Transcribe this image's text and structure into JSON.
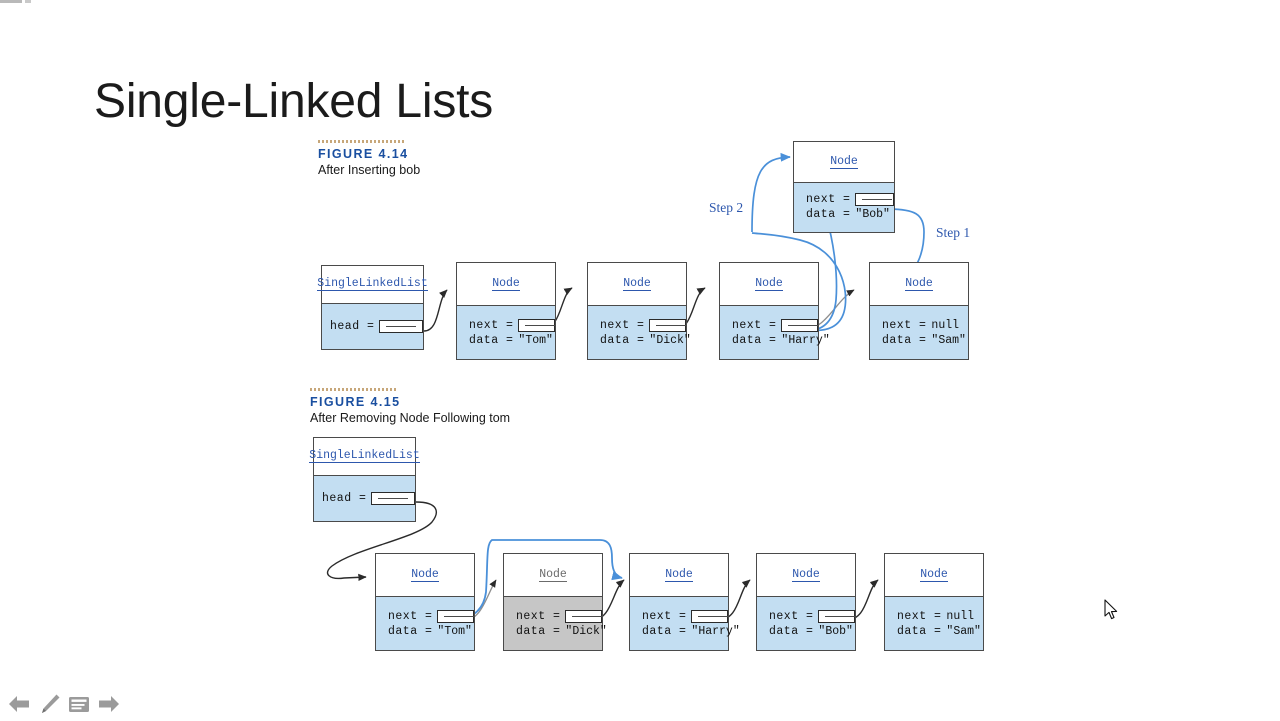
{
  "slide": {
    "title": "Single-Linked Lists"
  },
  "figures": [
    {
      "id": "fig-4-14",
      "label": "FIGURE 4.14",
      "caption": "After Inserting bob",
      "steps": [
        {
          "name": "step-2-label",
          "text": "Step 2"
        },
        {
          "name": "step-1-label",
          "text": "Step 1"
        }
      ],
      "list_head": {
        "class_name": "SingleLinkedList",
        "field_label": "head =",
        "pointer": "pointer-slot"
      },
      "inserted_node": {
        "class_name": "Node",
        "next_label": "next =",
        "next_value": "pointer-slot",
        "data_label": "data =",
        "data_value": "\"Bob\""
      },
      "nodes": [
        {
          "class_name": "Node",
          "next_label": "next =",
          "next_value": "pointer-slot",
          "data_label": "data =",
          "data_value": "\"Tom\"",
          "greyed": false
        },
        {
          "class_name": "Node",
          "next_label": "next =",
          "next_value": "pointer-slot",
          "data_label": "data =",
          "data_value": "\"Dick\"",
          "greyed": false
        },
        {
          "class_name": "Node",
          "next_label": "next =",
          "next_value": "pointer-slot",
          "data_label": "data =",
          "data_value": "\"Harry\"",
          "greyed": false
        },
        {
          "class_name": "Node",
          "next_label": "next =",
          "next_value": "null",
          "data_label": "data =",
          "data_value": "\"Sam\"",
          "greyed": false
        }
      ]
    },
    {
      "id": "fig-4-15",
      "label": "FIGURE 4.15",
      "caption": "After Removing Node Following tom",
      "steps": [],
      "list_head": {
        "class_name": "SingleLinkedList",
        "field_label": "head =",
        "pointer": "pointer-slot"
      },
      "nodes": [
        {
          "class_name": "Node",
          "next_label": "next =",
          "next_value": "pointer-slot",
          "data_label": "data =",
          "data_value": "\"Tom\"",
          "greyed": false
        },
        {
          "class_name": "Node",
          "next_label": "next =",
          "next_value": "pointer-slot",
          "data_label": "data =",
          "data_value": "\"Dick\"",
          "greyed": true
        },
        {
          "class_name": "Node",
          "next_label": "next =",
          "next_value": "pointer-slot",
          "data_label": "data =",
          "data_value": "\"Harry\"",
          "greyed": false
        },
        {
          "class_name": "Node",
          "next_label": "next =",
          "next_value": "pointer-slot",
          "data_label": "data =",
          "data_value": "\"Bob\"",
          "greyed": false
        },
        {
          "class_name": "Node",
          "next_label": "next =",
          "next_value": "null",
          "data_label": "data =",
          "data_value": "\"Sam\"",
          "greyed": false
        }
      ]
    }
  ],
  "toolbar": {
    "items": [
      {
        "name": "previous-slide-icon",
        "label": "Previous"
      },
      {
        "name": "pen-tool-icon",
        "label": "Pen"
      },
      {
        "name": "slide-menu-icon",
        "label": "Menu"
      },
      {
        "name": "next-slide-icon",
        "label": "Next"
      }
    ]
  },
  "colors": {
    "accent_blue": "#2d57ad",
    "node_fill": "#c3def2",
    "removed_fill": "#c6c6c6",
    "link_blue": "#4a90d9",
    "link_black": "#2b2b2b",
    "caption_blue": "#1a4fa0",
    "toolbar_grey": "#9b9b9b"
  }
}
